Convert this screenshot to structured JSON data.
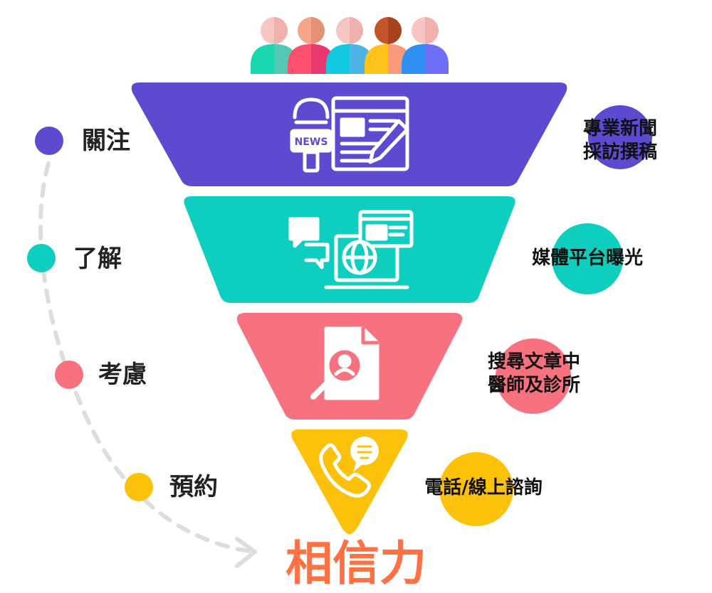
{
  "colors": {
    "stage1": "#5c4bd1",
    "stage2": "#0ecfbf",
    "stage3": "#f8717f",
    "stage4": "#fcc10a",
    "title": "#ff7043",
    "path": "#dddddd"
  },
  "stages": [
    {
      "label": "關注",
      "icon": "news-microphone-icon",
      "description_lines": [
        "專業新聞",
        "採訪撰稿"
      ]
    },
    {
      "label": "了解",
      "icon": "media-platform-icon",
      "description_lines": [
        "媒體平台曝光"
      ]
    },
    {
      "label": "考慮",
      "icon": "search-document-icon",
      "description_lines": [
        "搜尋文章中",
        "醫師及診所"
      ]
    },
    {
      "label": "預約",
      "icon": "phone-chat-icon",
      "description_lines": [
        "電話/線上諮詢"
      ]
    }
  ],
  "people_icon": "audience-people-icon",
  "title": "相信力"
}
